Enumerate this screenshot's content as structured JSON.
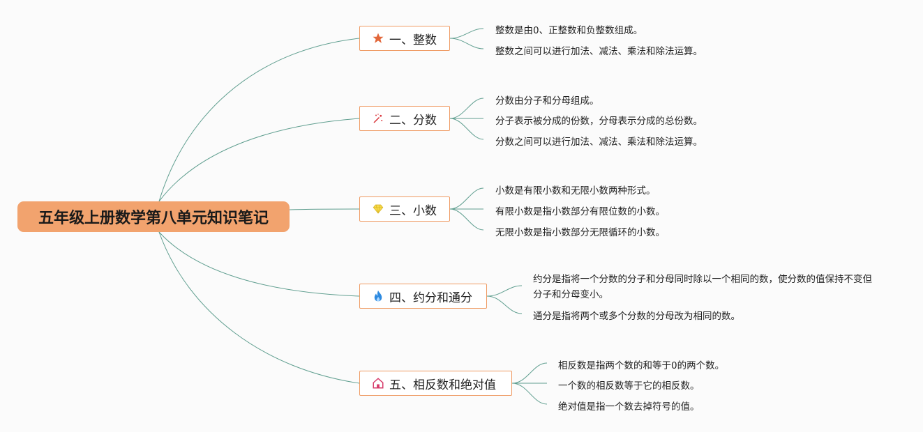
{
  "root": {
    "title": "五年级上册数学第八单元知识笔记"
  },
  "branches": [
    {
      "label": "一、整数",
      "icon": "star-icon",
      "leaves": [
        "整数是由0、正整数和负整数组成。",
        "整数之间可以进行加法、减法、乘法和除法运算。"
      ]
    },
    {
      "label": "二、分数",
      "icon": "sparkle-icon",
      "leaves": [
        "分数由分子和分母组成。",
        "分子表示被分成的份数，分母表示分成的总份数。",
        "分数之间可以进行加法、减法、乘法和除法运算。"
      ]
    },
    {
      "label": "三、小数",
      "icon": "diamond-icon",
      "leaves": [
        "小数是有限小数和无限小数两种形式。",
        "有限小数是指小数部分有限位数的小数。",
        "无限小数是指小数部分无限循环的小数。"
      ]
    },
    {
      "label": "四、约分和通分",
      "icon": "flame-icon",
      "leaves": [
        "约分是指将一个分数的分子和分母同时除以一个相同的数，使分数的值保持不变但分子和分母变小。",
        "通分是指将两个或多个分数的分母改为相同的数。"
      ]
    },
    {
      "label": "五、相反数和绝对值",
      "icon": "home-icon",
      "leaves": [
        "相反数是指两个数的和等于0的两个数。",
        "一个数的相反数等于它的相反数。",
        "绝对值是指一个数去掉符号的值。"
      ]
    }
  ],
  "colors": {
    "root_fill": "#f2a36e",
    "branch_border": "#ef9a62",
    "connector": "#5f9e8f"
  }
}
